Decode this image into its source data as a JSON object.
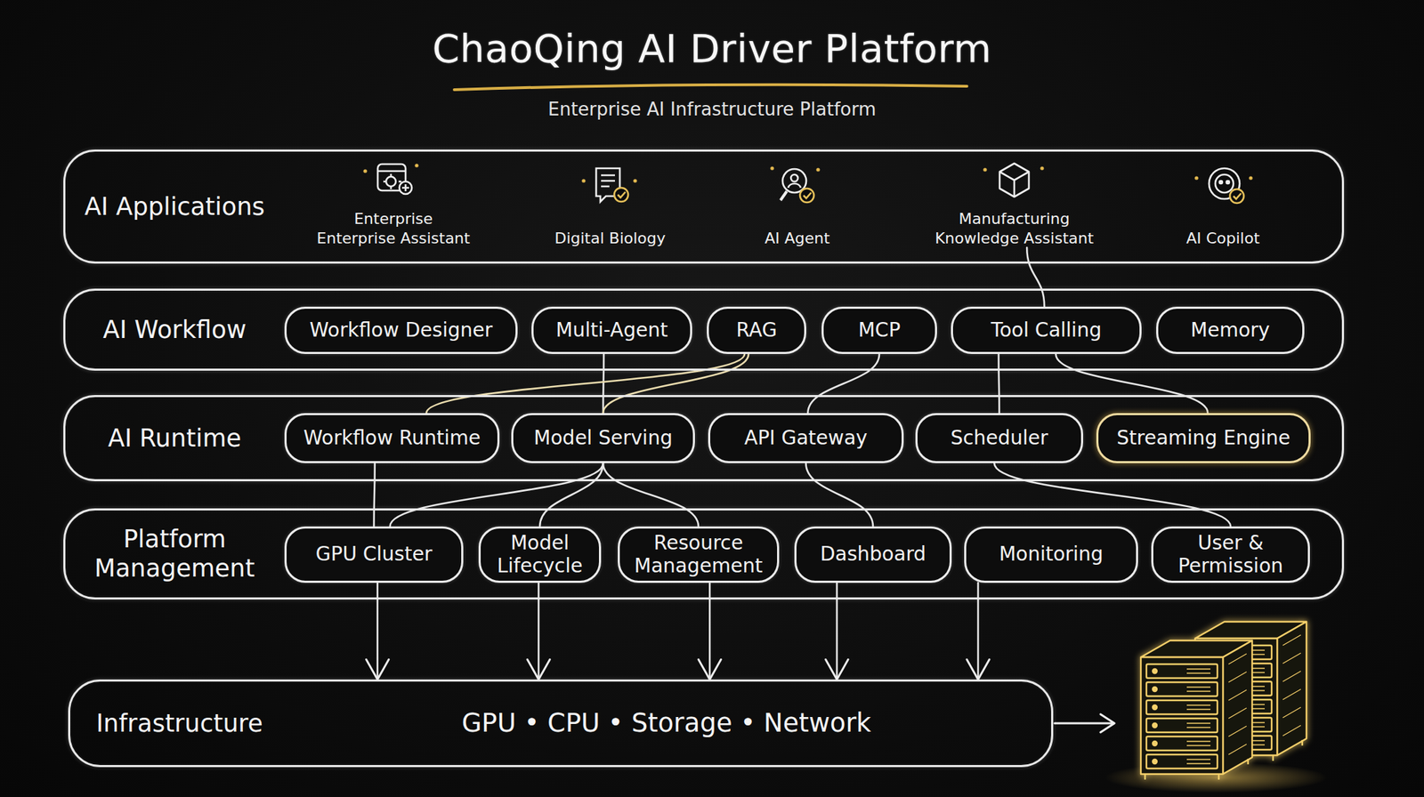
{
  "diagram": {
    "title": "ChaoQing AI Driver Platform",
    "nodes": [
      {
        "text": [
          "AI Applications"
        ]
      },
      {
        "text": [
          "Enterprise Enterprise Assistant"
        ],
        "in": 0
      },
      {
        "text": [
          "Digital Biology"
        ],
        "in": 0
      },
      {
        "text": [
          "AI Agent"
        ],
        "in": 0
      },
      {
        "text": [
          "Manufacturing Knowledge Assistant"
        ],
        "in": 0
      },
      {
        "text": [
          "AI Copilot"
        ],
        "in": 0
      },
      {
        "text": [
          "AI Workflow"
        ]
      },
      {
        "text": [
          "Workflow Designer"
        ],
        "in": 6
      },
      {
        "text": [
          "Multi-Agent"
        ],
        "in": 6
      },
      {
        "text": [
          "RAG"
        ],
        "in": 6
      },
      {
        "text": [
          "MCP"
        ],
        "in": 6
      },
      {
        "text": [
          "Tool Calling"
        ],
        "in": 6
      },
      {
        "text": [
          "Memory"
        ],
        "in": 6
      },
      {
        "text": [
          "AI Runtime"
        ]
      },
      {
        "text": [
          "Workflow Runtime"
        ],
        "in": 13
      },
      {
        "text": [
          "Model Serving"
        ],
        "in": 13
      },
      {
        "text": [
          "API Gateway"
        ],
        "in": 13
      },
      {
        "text": [
          "Scheduler"
        ],
        "in": 13
      },
      {
        "text": [
          "Streaming Engine"
        ],
        "in": 13
      },
      {
        "text": [
          "Platform Management"
        ]
      },
      {
        "text": [
          "GPU Cluster"
        ],
        "in": 19
      },
      {
        "text": [
          "Model Lifecycle"
        ],
        "in": 19
      },
      {
        "text": [
          "Resource Management"
        ],
        "in": 19
      },
      {
        "text": [
          "Dashboard"
        ],
        "in": 19
      },
      {
        "text": [
          "Monitoring"
        ],
        "in": 19
      },
      {
        "text": [
          "User & Permission"
        ],
        "in": 19
      },
      {
        "text": [
          "Infrastructure",
          "GPU • CPU • Storage • Network"
        ]
      }
    ],
    "edges": [
      {
        "from": 4,
        "to": 11,
        "arrow": "none"
      },
      {
        "from": 8,
        "to": 15,
        "arrow": "none"
      },
      {
        "from": 9,
        "to": 14,
        "arrow": "none"
      },
      {
        "from": 9,
        "to": 15,
        "arrow": "none"
      },
      {
        "from": 10,
        "to": 16,
        "arrow": "none"
      },
      {
        "from": 11,
        "to": 17,
        "arrow": "none"
      },
      {
        "from": 11,
        "to": 18,
        "arrow": "none"
      },
      {
        "from": 14,
        "to": 20,
        "arrow": "none"
      },
      {
        "from": 15,
        "to": 20,
        "arrow": "none"
      },
      {
        "from": 15,
        "to": 21,
        "arrow": "none"
      },
      {
        "from": 15,
        "to": 22,
        "arrow": "none"
      },
      {
        "from": 16,
        "to": 23,
        "arrow": "none"
      },
      {
        "from": 17,
        "to": 25,
        "arrow": "none"
      },
      {
        "from": 20,
        "to": 26,
        "arrow": "to"
      },
      {
        "from": 21,
        "to": 26,
        "arrow": "to"
      },
      {
        "from": 22,
        "to": 26,
        "arrow": "to"
      },
      {
        "from": 23,
        "to": 26,
        "arrow": "to"
      },
      {
        "from": 24,
        "to": 26,
        "arrow": "to"
      }
    ],
    "labels": [
      "Enterprise AI Infrastructure Platform"
    ]
  }
}
